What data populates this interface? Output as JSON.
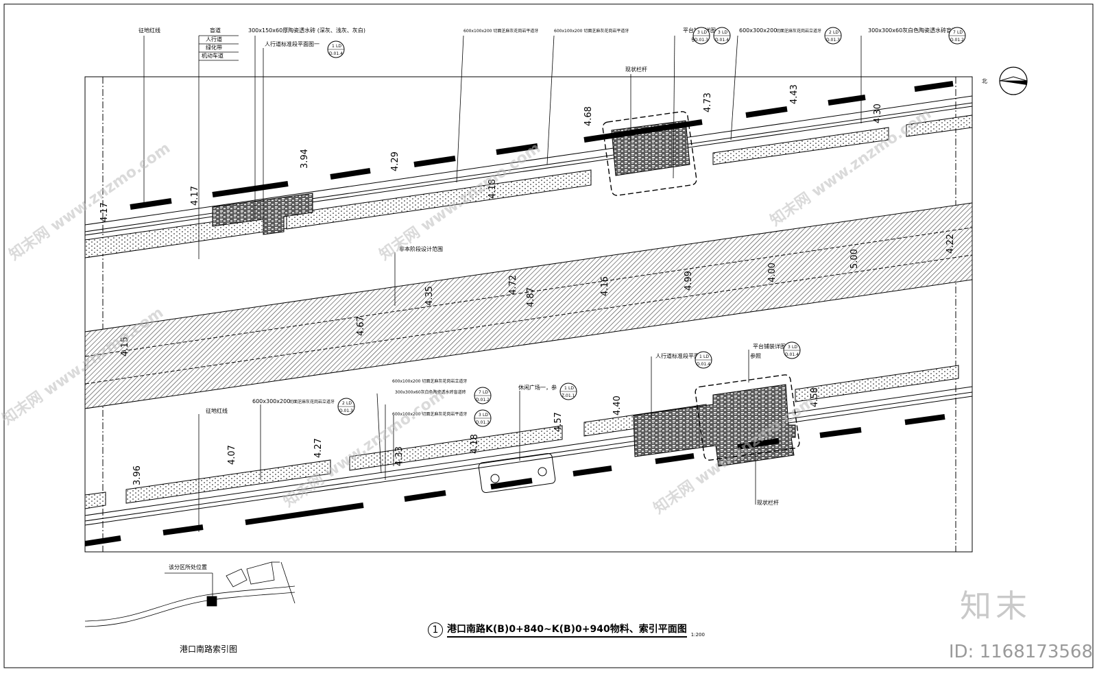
{
  "drawing": {
    "title_number": "1",
    "title": "港口南路K(B)0+840~K(B)0+940物料、索引平面图",
    "scale": "1:200",
    "index_caption": "港口南路索引图",
    "index_location_label": "该分区所处位置",
    "north_label": "北",
    "brand": "知末",
    "id_label": "ID: 1168173568",
    "watermark": "知末网 www.znzmo.com"
  },
  "top_labels": {
    "red_line": "征地红线",
    "legend": [
      "盲道",
      "人行道",
      "绿化带",
      "机动车道"
    ],
    "curb_a": "300x150x60厚陶瓷透水砖 (深灰、浅灰、灰白)",
    "ped_index": "人行道标准段平面图一",
    "edge_a": "600x100x200 切面芝麻灰花岗岩平道牙",
    "edge_b": "600x100x200 切面芝麻灰花岗岩平道牙",
    "railing": "现状栏杆",
    "platform": "平台铺装详图",
    "see": "参照",
    "stone": "600x300x200",
    "stone_desc": "切面芝麻灰花岗岩立道牙",
    "blind": "300x300x60灰白色陶瓷透水砖盲道砖"
  },
  "bottom_labels": {
    "red_line": "征地红线",
    "stone": "600x300x200",
    "stone_desc": "切面芝麻灰花岗岩立道牙",
    "edge_a": "600x100x200 切面芝麻灰花岗岩立道牙",
    "blind": "300x300x60灰白色陶瓷透水砖盲道砖",
    "edge_b": "600x100x200 切面芝麻灰花岗岩平道牙",
    "plaza": "休闲广场一，参",
    "ped_index": "人行道标准段平面图一",
    "platform": "平台铺装详图",
    "see": "参照",
    "railing": "现状栏杆",
    "non_scope": "非本阶段设计范围"
  },
  "detail_refs": {
    "top": [
      {
        "num": "1",
        "code": "LD",
        "sheet": "D.01.4"
      },
      {
        "num": "3",
        "code": "LD",
        "sheet": "D.01.3"
      },
      {
        "num": "3",
        "code": "LD",
        "sheet": "D.01.4"
      },
      {
        "num": "2",
        "code": "LD",
        "sheet": "D.01.3"
      },
      {
        "num": "7",
        "code": "LD",
        "sheet": "D.01.2"
      }
    ],
    "bottom": [
      {
        "num": "2",
        "code": "LD",
        "sheet": "D.01.3"
      },
      {
        "num": "7",
        "code": "LD",
        "sheet": "D.01.2"
      },
      {
        "num": "3",
        "code": "LD",
        "sheet": "D.01.3"
      },
      {
        "num": "1",
        "code": "LD",
        "sheet": "Z.01.1"
      },
      {
        "num": "1",
        "code": "LD",
        "sheet": "D.01.4"
      },
      {
        "num": "3",
        "code": "LD",
        "sheet": "D.01.4"
      }
    ]
  },
  "elevations_top": [
    "4.17",
    "4.17",
    "3.94",
    "4.29",
    "4.18",
    "4.68",
    "4.73",
    "4.43",
    "4.30"
  ],
  "elevations_mid": [
    "4.15",
    "4.35",
    "4.72",
    "4.87",
    "4.16",
    "4.99",
    "4.00",
    "4.22",
    "5.00",
    "4.67"
  ],
  "elevations_bottom": [
    "3.96",
    "4.07",
    "4.27",
    "4.33",
    "4.18",
    "4.57",
    "4.40",
    "4.58"
  ],
  "colors": {
    "line": "#000000",
    "hatch": "#4a4a4a",
    "watermark": "#bcbcbc"
  }
}
